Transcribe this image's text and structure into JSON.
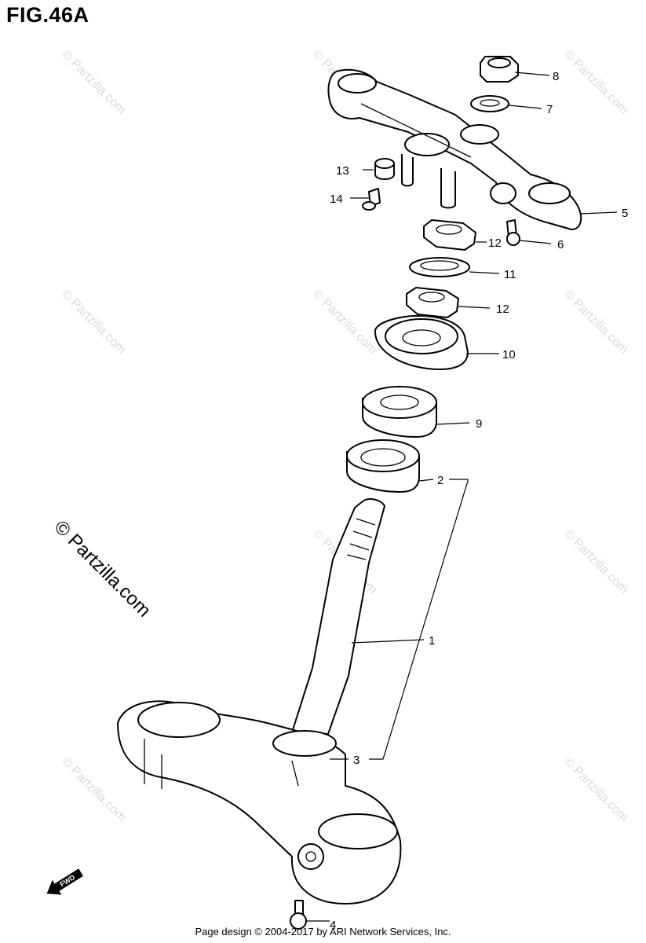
{
  "figure": {
    "title": "FIG.46A"
  },
  "watermarks": {
    "small": "© Partzilla.com",
    "large": "© Partzilla.com"
  },
  "callouts": {
    "c1": "1",
    "c2": "2",
    "c3": "3",
    "c4": "4",
    "c5": "5",
    "c6": "6",
    "c7": "7",
    "c8": "8",
    "c9": "9",
    "c10": "10",
    "c11": "11",
    "c12a": "12",
    "c12b": "12",
    "c13": "13",
    "c14": "14"
  },
  "fwd": {
    "label": "FWD"
  },
  "footer": {
    "text": "Page design © 2004-2017 by ARI Network Services, Inc."
  }
}
